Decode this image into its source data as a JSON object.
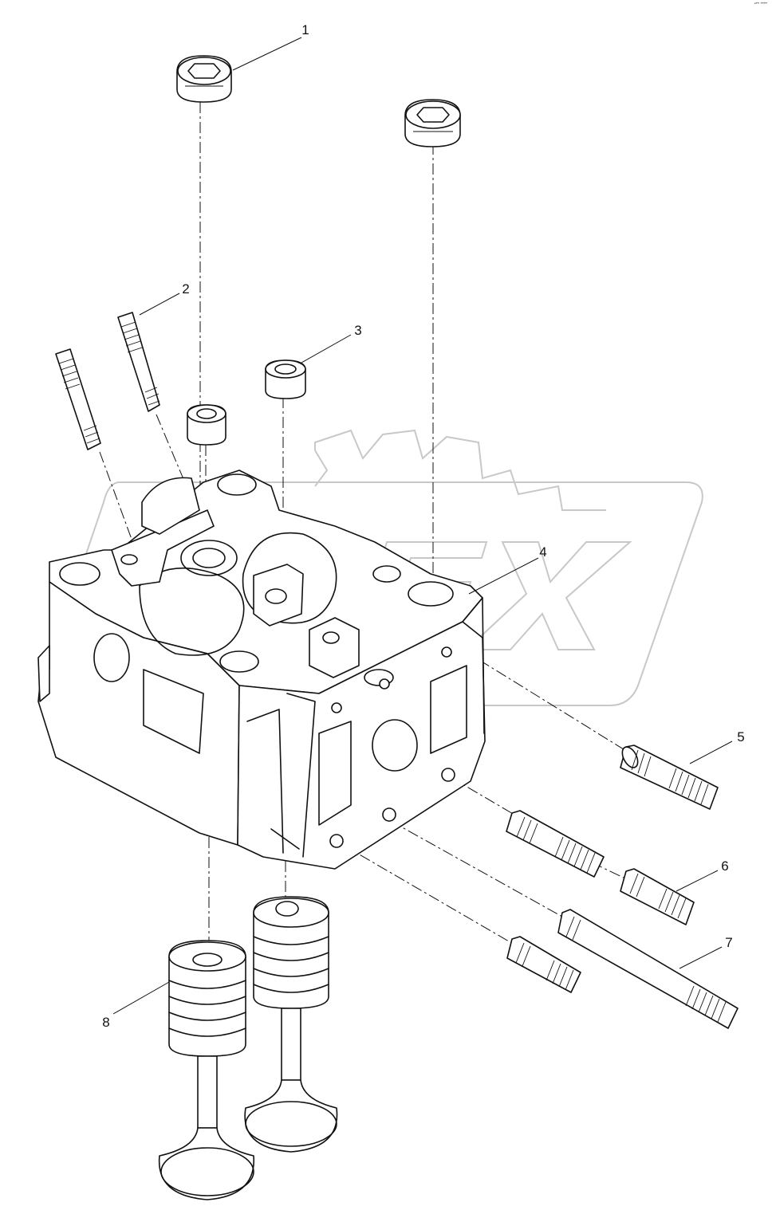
{
  "watermark": {
    "text": "OPEX",
    "color": "#c8c8c8"
  },
  "corner_mark": "▪•• ••••",
  "callouts": [
    {
      "id": "1",
      "label": "1"
    },
    {
      "id": "2",
      "label": "2"
    },
    {
      "id": "3",
      "label": "3"
    },
    {
      "id": "4",
      "label": "4"
    },
    {
      "id": "5",
      "label": "5"
    },
    {
      "id": "6",
      "label": "6"
    },
    {
      "id": "7",
      "label": "7"
    },
    {
      "id": "8",
      "label": "8"
    }
  ],
  "parts": {
    "1": "plug-screw",
    "2": "stud",
    "3": "valve-guide-seal",
    "4": "cylinder-head",
    "5": "stud",
    "6": "stud",
    "7": "long-stud",
    "8": "valve-with-spring"
  }
}
